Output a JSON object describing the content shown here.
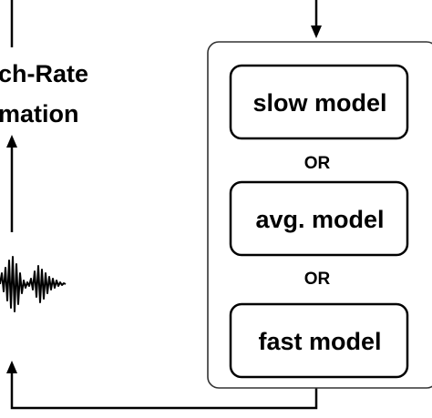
{
  "diagram": {
    "rate_label_line1": "ch-Rate",
    "rate_label_line2": "mation",
    "models": [
      {
        "label": "slow model"
      },
      {
        "label": "avg. model"
      },
      {
        "label": "fast model"
      }
    ],
    "or_labels": [
      "OR",
      "OR"
    ],
    "colors": {
      "line": "#000000",
      "background": "#ffffff",
      "group_border": "#333333"
    }
  }
}
